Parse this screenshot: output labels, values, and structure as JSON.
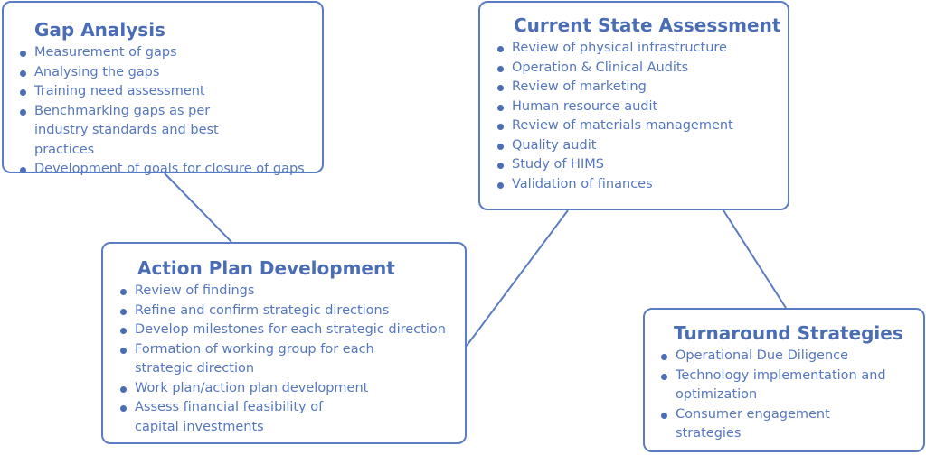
{
  "gap_analysis": {
    "title": "Gap Analysis",
    "items": [
      "Measurement of gaps",
      "Analysing the gaps",
      "Training need assessment",
      "Benchmarking gaps as per industry standards and best practices",
      "Development of goals for closure of  gaps"
    ]
  },
  "current_state": {
    "title": "Current State Assessment",
    "items": [
      "Review of physical infrastructure",
      "Operation & Clinical Audits",
      "Review of marketing",
      "Human resource audit",
      "Review of materials management",
      "Quality audit",
      "Study of HIMS",
      "Validation of finances"
    ]
  },
  "action_plan": {
    "title": "Action Plan Development",
    "items": [
      "Review of findings",
      "Refine and confirm strategic directions",
      "Develop milestones for each strategic direction",
      "Formation of working group for each strategic direction",
      "Work plan/action plan development",
      "Assess financial feasibility of capital  investments"
    ]
  },
  "turnaround": {
    "title": "Turnaround Strategies",
    "items": [
      "Operational Due Diligence",
      "Technology implementation and optimization",
      "Consumer engagement strategies"
    ]
  },
  "colors": {
    "accent": "#4a6db5",
    "border": "#5b7cc2",
    "text": "#5577be"
  }
}
